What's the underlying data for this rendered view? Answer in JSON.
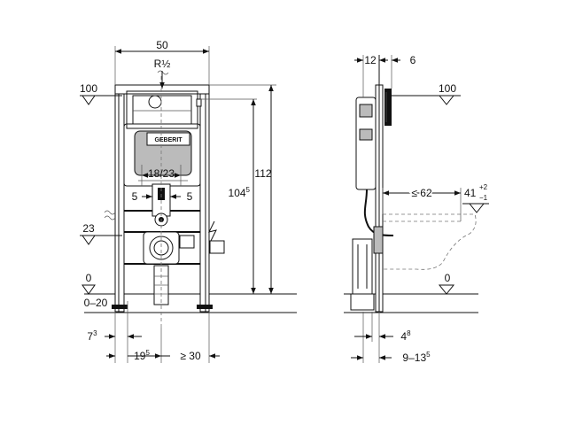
{
  "front_view": {
    "width": "50",
    "connection": "R½",
    "center_opening": "18/23",
    "offset_left": "5",
    "offset_right": "5",
    "level_top": "100",
    "level_mid": "23",
    "level_floor": "0",
    "floor_range": "0–20",
    "height_total": "112",
    "height_main_base": "104",
    "height_main_sup": "5",
    "dim_left_base": "7",
    "dim_left_sup": "3",
    "dim_bottom_base": "19",
    "dim_bottom_sup": "5",
    "dim_bottom_right": "≥ 30",
    "brand": "GEBERIT"
  },
  "side_view": {
    "depth_top_left": "12",
    "depth_top_right": "6",
    "level_top": "100",
    "level_floor": "0",
    "bowl_projection": "≤ 62",
    "bowl_height_base": "41",
    "bowl_height_plus": "+2",
    "bowl_height_minus": "−1",
    "dim_bottom_base": "4",
    "dim_bottom_sup": "8",
    "dim_range_base": "9–13",
    "dim_range_sup": "5"
  }
}
